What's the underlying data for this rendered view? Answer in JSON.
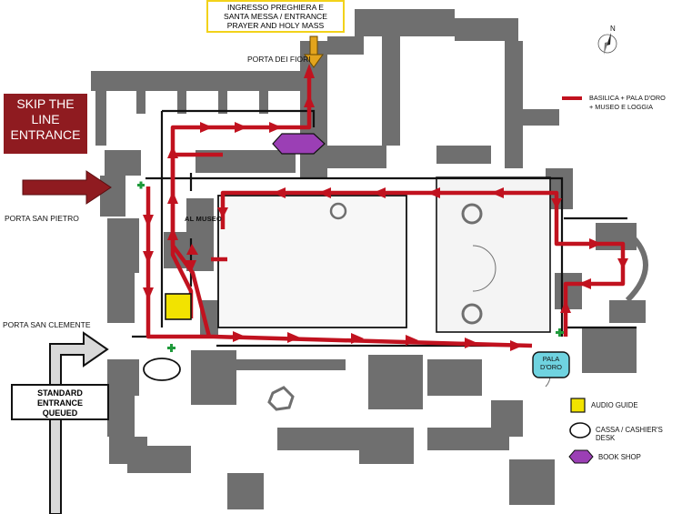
{
  "labels": {
    "top_entrance": [
      "INGRESSO PREGHIERA E",
      "SANTA MESSA / ENTRANCE",
      "PRAYER AND HOLY MASS"
    ],
    "porta_dei_fiori": "PORTA DEI FIORI",
    "porta_san_pietro": "PORTA SAN PIETRO",
    "porta_san_clemente": "PORTA SAN CLEMENTE",
    "al_museo": "AL MUSEO",
    "pala_doro": [
      "PALA",
      "D'ORO"
    ],
    "skip_line": [
      "SKIP THE",
      "LINE",
      "ENTRANCE"
    ],
    "standard_entrance": [
      "STANDARD",
      "ENTRANCE",
      "QUEUED"
    ],
    "compass": "N"
  },
  "legend": {
    "route": [
      "BASILICA + PALA D'ORO",
      "+ MUSEO E LOGGIA"
    ],
    "audio_guide": "AUDIO GUIDE",
    "cashier": "CASSA / CASHIER'S DESK",
    "book_shop": "BOOK SHOP"
  },
  "colors": {
    "route": "#c1121f",
    "walls": "#6f6f6f",
    "skip_box": "#8f1b20",
    "audio": "#f2e300",
    "book_shop": "#9b3fb5",
    "pala": "#6fd3e0",
    "entrance_arrow": "#e3a41d",
    "note_border": "#f2d21a"
  }
}
